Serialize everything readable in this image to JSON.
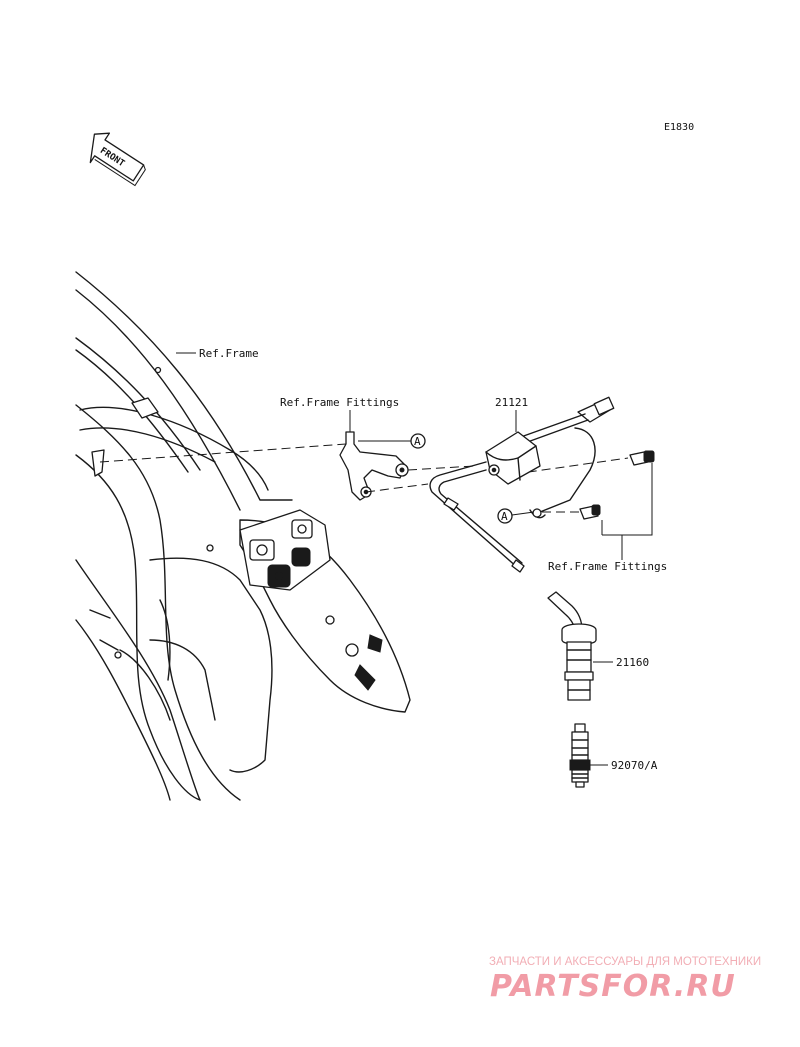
{
  "diagram": {
    "code": "E1830",
    "front_label": "FRONT",
    "circle_ref": "A",
    "labels": {
      "ref_frame": "Ref.Frame",
      "ref_frame_fittings_top": "Ref.Frame Fittings",
      "ref_frame_fittings_right": "Ref.Frame Fittings",
      "part_coil": "21121",
      "part_cap": "21160",
      "part_plug": "92070/A"
    }
  },
  "watermark": {
    "tagline": "ЗАПЧАСТИ И АКСЕССУАРЫ ДЛЯ МОТОТЕХНИКИ",
    "brand": "PARTSFOR.RU"
  }
}
